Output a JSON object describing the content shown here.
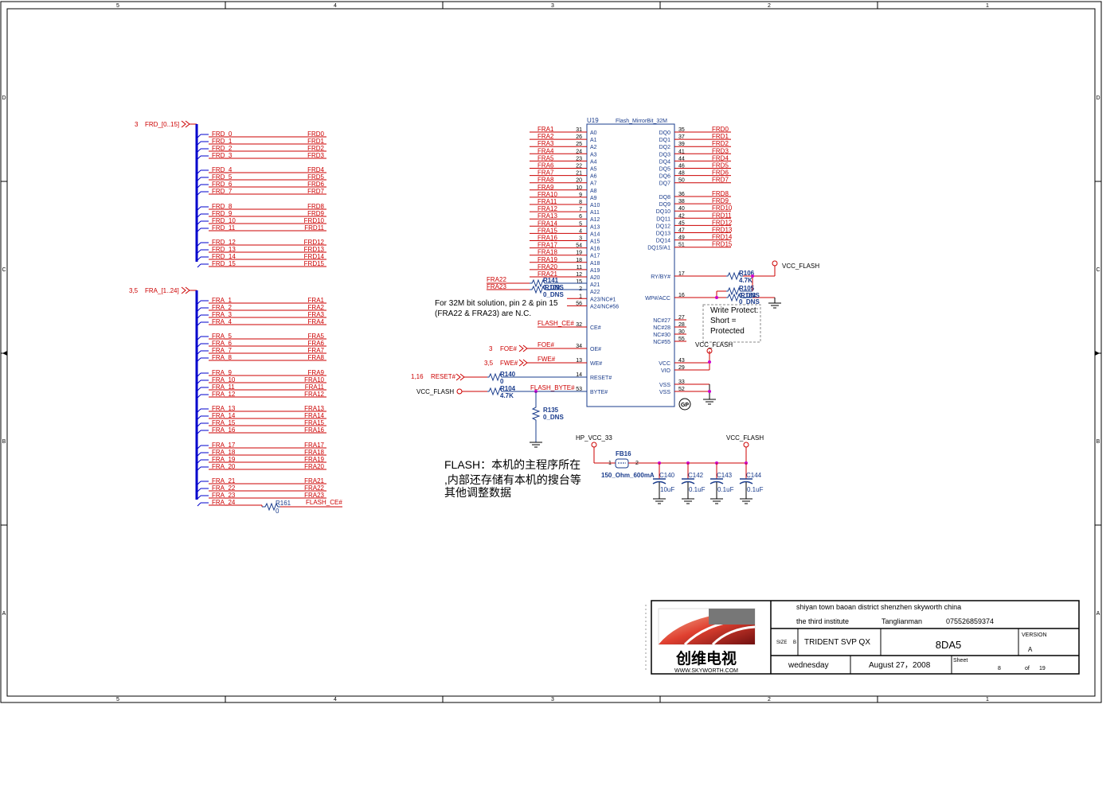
{
  "frame": {
    "top_cols": [
      "5",
      "4",
      "3",
      "2",
      "1"
    ],
    "bottom_cols": [
      "5",
      "4",
      "3",
      "2",
      "1"
    ],
    "rows": [
      "D",
      "C",
      "B",
      "A"
    ]
  },
  "frd_bus": {
    "sheet_ref": "3",
    "bus_label": "FRD_[0..15]",
    "groups": [
      [
        {
          "left": "FRD_0",
          "right": "FRD0"
        },
        {
          "left": "FRD_1",
          "right": "FRD1"
        },
        {
          "left": "FRD_2",
          "right": "FRD2"
        },
        {
          "left": "FRD_3",
          "right": "FRD3"
        }
      ],
      [
        {
          "left": "FRD_4",
          "right": "FRD4"
        },
        {
          "left": "FRD_5",
          "right": "FRD5"
        },
        {
          "left": "FRD_6",
          "right": "FRD6"
        },
        {
          "left": "FRD_7",
          "right": "FRD7"
        }
      ],
      [
        {
          "left": "FRD_8",
          "right": "FRD8"
        },
        {
          "left": "FRD_9",
          "right": "FRD9"
        },
        {
          "left": "FRD_10",
          "right": "FRD10"
        },
        {
          "left": "FRD_11",
          "right": "FRD11"
        }
      ],
      [
        {
          "left": "FRD_12",
          "right": "FRD12"
        },
        {
          "left": "FRD_13",
          "right": "FRD13"
        },
        {
          "left": "FRD_14",
          "right": "FRD14"
        },
        {
          "left": "FRD_15",
          "right": "FRD15"
        }
      ]
    ]
  },
  "fra_bus": {
    "sheet_ref": "3,5",
    "bus_label": "FRA_[1..24]",
    "groups": [
      [
        {
          "left": "FRA_1",
          "right": "FRA1"
        },
        {
          "left": "FRA_2",
          "right": "FRA2"
        },
        {
          "left": "FRA_3",
          "right": "FRA3"
        },
        {
          "left": "FRA_4",
          "right": "FRA4"
        }
      ],
      [
        {
          "left": "FRA_5",
          "right": "FRA5"
        },
        {
          "left": "FRA_6",
          "right": "FRA6"
        },
        {
          "left": "FRA_7",
          "right": "FRA7"
        },
        {
          "left": "FRA_8",
          "right": "FRA8"
        }
      ],
      [
        {
          "left": "FRA_9",
          "right": "FRA9"
        },
        {
          "left": "FRA_10",
          "right": "FRA10"
        },
        {
          "left": "FRA_11",
          "right": "FRA11"
        },
        {
          "left": "FRA_12",
          "right": "FRA12"
        }
      ],
      [
        {
          "left": "FRA_13",
          "right": "FRA13"
        },
        {
          "left": "FRA_14",
          "right": "FRA14"
        },
        {
          "left": "FRA_15",
          "right": "FRA15"
        },
        {
          "left": "FRA_16",
          "right": "FRA16"
        }
      ],
      [
        {
          "left": "FRA_17",
          "right": "FRA17"
        },
        {
          "left": "FRA_18",
          "right": "FRA18"
        },
        {
          "left": "FRA_19",
          "right": "FRA19"
        },
        {
          "left": "FRA_20",
          "right": "FRA20"
        }
      ],
      [
        {
          "left": "FRA_21",
          "right": "FRA21"
        },
        {
          "left": "FRA_22",
          "right": "FRA22"
        },
        {
          "left": "FRA_23",
          "right": "FRA23"
        },
        {
          "left": "FRA_24",
          "right": "FLASH_CE#"
        }
      ]
    ],
    "last_resistor": {
      "ref": "R161",
      "value": "0"
    }
  },
  "chip": {
    "ref": "U19",
    "part": "Flash_MirrorBit_32M",
    "left_pins": [
      {
        "net": "FRA1",
        "num": "31",
        "name": "A0"
      },
      {
        "net": "FRA2",
        "num": "26",
        "name": "A1"
      },
      {
        "net": "FRA3",
        "num": "25",
        "name": "A2"
      },
      {
        "net": "FRA4",
        "num": "24",
        "name": "A3"
      },
      {
        "net": "FRA5",
        "num": "23",
        "name": "A4"
      },
      {
        "net": "FRA6",
        "num": "22",
        "name": "A5"
      },
      {
        "net": "FRA7",
        "num": "21",
        "name": "A6"
      },
      {
        "net": "FRA8",
        "num": "20",
        "name": "A7"
      },
      {
        "net": "FRA9",
        "num": "10",
        "name": "A8"
      },
      {
        "net": "FRA10",
        "num": "9",
        "name": "A9"
      },
      {
        "net": "FRA11",
        "num": "8",
        "name": "A10"
      },
      {
        "net": "FRA12",
        "num": "7",
        "name": "A11"
      },
      {
        "net": "FRA13",
        "num": "6",
        "name": "A12"
      },
      {
        "net": "FRA14",
        "num": "5",
        "name": "A13"
      },
      {
        "net": "FRA15",
        "num": "4",
        "name": "A14"
      },
      {
        "net": "FRA16",
        "num": "3",
        "name": "A15"
      },
      {
        "net": "FRA17",
        "num": "54",
        "name": "A16"
      },
      {
        "net": "FRA18",
        "num": "19",
        "name": "A17"
      },
      {
        "net": "FRA19",
        "num": "18",
        "name": "A18"
      },
      {
        "net": "FRA20",
        "num": "11",
        "name": "A19"
      },
      {
        "net": "FRA21",
        "num": "12",
        "name": "A20"
      },
      {
        "net": "",
        "num": "15",
        "name": "A21"
      },
      {
        "net": "",
        "num": "2",
        "name": "A22"
      },
      {
        "net": "",
        "num": "1",
        "name": "A23/NC#1"
      },
      {
        "net": "",
        "num": "56",
        "name": "A24/NC#56"
      }
    ],
    "right_pins_hi": [
      {
        "net": "FRD0",
        "num": "35",
        "name": "DQ0"
      },
      {
        "net": "FRD1",
        "num": "37",
        "name": "DQ1"
      },
      {
        "net": "FRD2",
        "num": "39",
        "name": "DQ2"
      },
      {
        "net": "FRD3",
        "num": "41",
        "name": "DQ3"
      },
      {
        "net": "FRD4",
        "num": "44",
        "name": "DQ4"
      },
      {
        "net": "FRD5",
        "num": "46",
        "name": "DQ5"
      },
      {
        "net": "FRD6",
        "num": "48",
        "name": "DQ6"
      },
      {
        "net": "FRD7",
        "num": "50",
        "name": "DQ7"
      }
    ],
    "right_pins_lo": [
      {
        "net": "FRD8",
        "num": "36",
        "name": "DQ8"
      },
      {
        "net": "FRD9",
        "num": "38",
        "name": "DQ9"
      },
      {
        "net": "FRD10",
        "num": "40",
        "name": "DQ10"
      },
      {
        "net": "FRD11",
        "num": "42",
        "name": "DQ11"
      },
      {
        "net": "FRD12",
        "num": "45",
        "name": "DQ12"
      },
      {
        "net": "FRD13",
        "num": "47",
        "name": "DQ13"
      },
      {
        "net": "FRD14",
        "num": "49",
        "name": "DQ14"
      },
      {
        "net": "FRD15",
        "num": "51",
        "name": "DQ15/A1"
      }
    ],
    "ce": {
      "net": "FLASH_CE#",
      "num": "32",
      "name": "CE#"
    },
    "oe": {
      "ref": "3",
      "net": "FOE#",
      "num": "34",
      "name": "OE#"
    },
    "we": {
      "ref": "3,5",
      "net": "FWE#",
      "num": "13",
      "name": "WE#"
    },
    "reset": {
      "ref": "1,16",
      "net": "RESET#",
      "num": "14",
      "name": "RESET#"
    },
    "byte": {
      "net": "FLASH_BYTE#",
      "num": "53",
      "name": "BYTE#"
    },
    "ry": {
      "num": "17",
      "name": "RY/BY#"
    },
    "wp": {
      "num": "16",
      "name": "WP#/ACC"
    },
    "nc_pins": [
      {
        "num": "27",
        "name": "NC#27"
      },
      {
        "num": "28",
        "name": "NC#28"
      },
      {
        "num": "30",
        "name": "NC#30"
      },
      {
        "num": "55",
        "name": "NC#55"
      }
    ],
    "vcc_pins": [
      {
        "num": "43",
        "name": "VCC"
      },
      {
        "num": "29",
        "name": "VIO"
      }
    ],
    "vss_pins": [
      {
        "num": "33",
        "name": "VSS"
      },
      {
        "num": "52",
        "name": "VSS"
      }
    ],
    "gp_mark": "GP"
  },
  "a22_net": "FRA22",
  "a23_net": "FRA23",
  "r141": {
    "ref": "R141",
    "value": "0_DNS"
  },
  "r109": {
    "ref": "R109",
    "value": "0_DNS"
  },
  "r106": {
    "ref": "R106",
    "value": "4.7K"
  },
  "r105": {
    "ref": "R105",
    "value": "0_DNS"
  },
  "r163": {
    "ref": "R163",
    "value": "0_DNS"
  },
  "r140": {
    "ref": "R140",
    "value": "0"
  },
  "r104": {
    "ref": "R104",
    "value": "4.7K"
  },
  "r135": {
    "ref": "R135",
    "value": "0_DNS"
  },
  "vcc_flash": "VCC_FLASH",
  "hp_vcc": "HP_VCC_33",
  "fb16": {
    "ref": "FB16",
    "value": "150_Ohm_600mA",
    "pin1": "1",
    "pin2": "2"
  },
  "caps": [
    {
      "ref": "C140",
      "value": "10uF"
    },
    {
      "ref": "C142",
      "value": "0.1uF"
    },
    {
      "ref": "C143",
      "value": "0.1uF"
    },
    {
      "ref": "C144",
      "value": "0.1uF"
    }
  ],
  "note_32m": [
    "For 32M bit solution, pin 2 & pin 15",
    "(FRA22 & FRA23) are N.C."
  ],
  "write_protect": [
    "Write Protect:",
    "Short =",
    "Protected"
  ],
  "flash_note": [
    "FLASH：本机的主程序所在",
    ",内部还存储有本机的搜台等",
    "其他调整数据"
  ],
  "title_block": {
    "logo_text": "创维电视",
    "logo_url": "WWW.SKYWORTH.COM",
    "address": "shiyan  town baoan district   shenzhen    skyworth    china",
    "institute": "the  third  institute",
    "author": "Tanglianman",
    "phone": "075526859374",
    "size_label": "SIZE",
    "size_value": "B",
    "title": "TRIDENT  SVP QX",
    "doc_number": "8DA5",
    "version_label": "VERSION",
    "version_value": "A",
    "day": "wednesday",
    "date": "August  27，2008",
    "sheet_label": "Sheet",
    "sheet_num": "8",
    "of_label": "of",
    "sheet_total": "19"
  }
}
